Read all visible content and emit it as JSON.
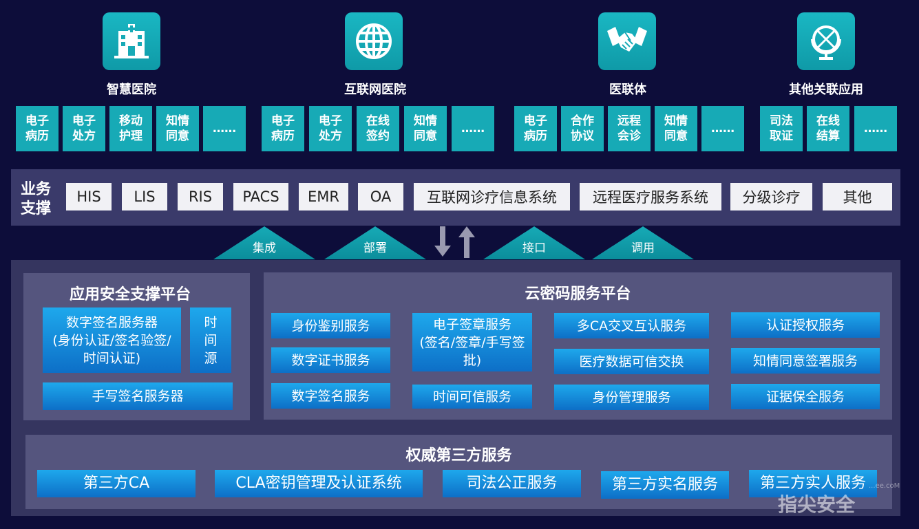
{
  "categories": [
    {
      "title": "智慧医院",
      "icon": "hospital-icon",
      "apps": [
        "电子病历",
        "电子处方",
        "移动护理",
        "知情同意",
        "……"
      ]
    },
    {
      "title": "互联网医院",
      "icon": "globe-icon",
      "apps": [
        "电子病历",
        "电子处方",
        "在线签约",
        "知情同意",
        "……"
      ]
    },
    {
      "title": "医联体",
      "icon": "handshake-icon",
      "apps": [
        "电子病历",
        "合作协议",
        "远程会诊",
        "知情同意",
        "……"
      ]
    },
    {
      "title": "其他关联应用",
      "icon": "world-stand-icon",
      "apps": [
        "司法取证",
        "在线结算",
        "……"
      ]
    }
  ],
  "business_support": {
    "label": "业务支撑",
    "systems": [
      "HIS",
      "LIS",
      "RIS",
      "PACS",
      "EMR",
      "OA",
      "互联网诊疗信息系统",
      "远程医疗服务系统",
      "分级诊疗",
      "其他"
    ]
  },
  "connectors": [
    "集成",
    "部署",
    "接口",
    "调用"
  ],
  "app_security_platform": {
    "title": "应用安全支撑平台",
    "signature_server": "数字签名服务器\n(身份认证/签名验签/时间认证)",
    "time_source": "时间源",
    "handwriting_server": "手写签名服务器"
  },
  "cloud_crypto_platform": {
    "title": "云密码服务平台",
    "col1": [
      "身份鉴别服务",
      "数字证书服务",
      "数字签名服务"
    ],
    "col2": [
      "电子签章服务\n(签名/签章/手写签批)",
      "时间可信服务"
    ],
    "col3": [
      "多CA交叉互认服务",
      "医疗数据可信交换",
      "身份管理服务"
    ],
    "col4": [
      "认证授权服务",
      "知情同意签署服务",
      "证据保全服务"
    ]
  },
  "third_party": {
    "title": "权威第三方服务",
    "items": [
      "第三方CA",
      "CLA密钥管理及认证系统",
      "司法公正服务",
      "第三方实名服务",
      "第三方实人服务"
    ]
  },
  "watermark": "指尖安全",
  "watermark_url": "...ee.coM",
  "colors": {
    "background": "#0d0d3a",
    "teal": "#17aab6",
    "blue": "#1ea8ec",
    "panel": "#55557e"
  }
}
